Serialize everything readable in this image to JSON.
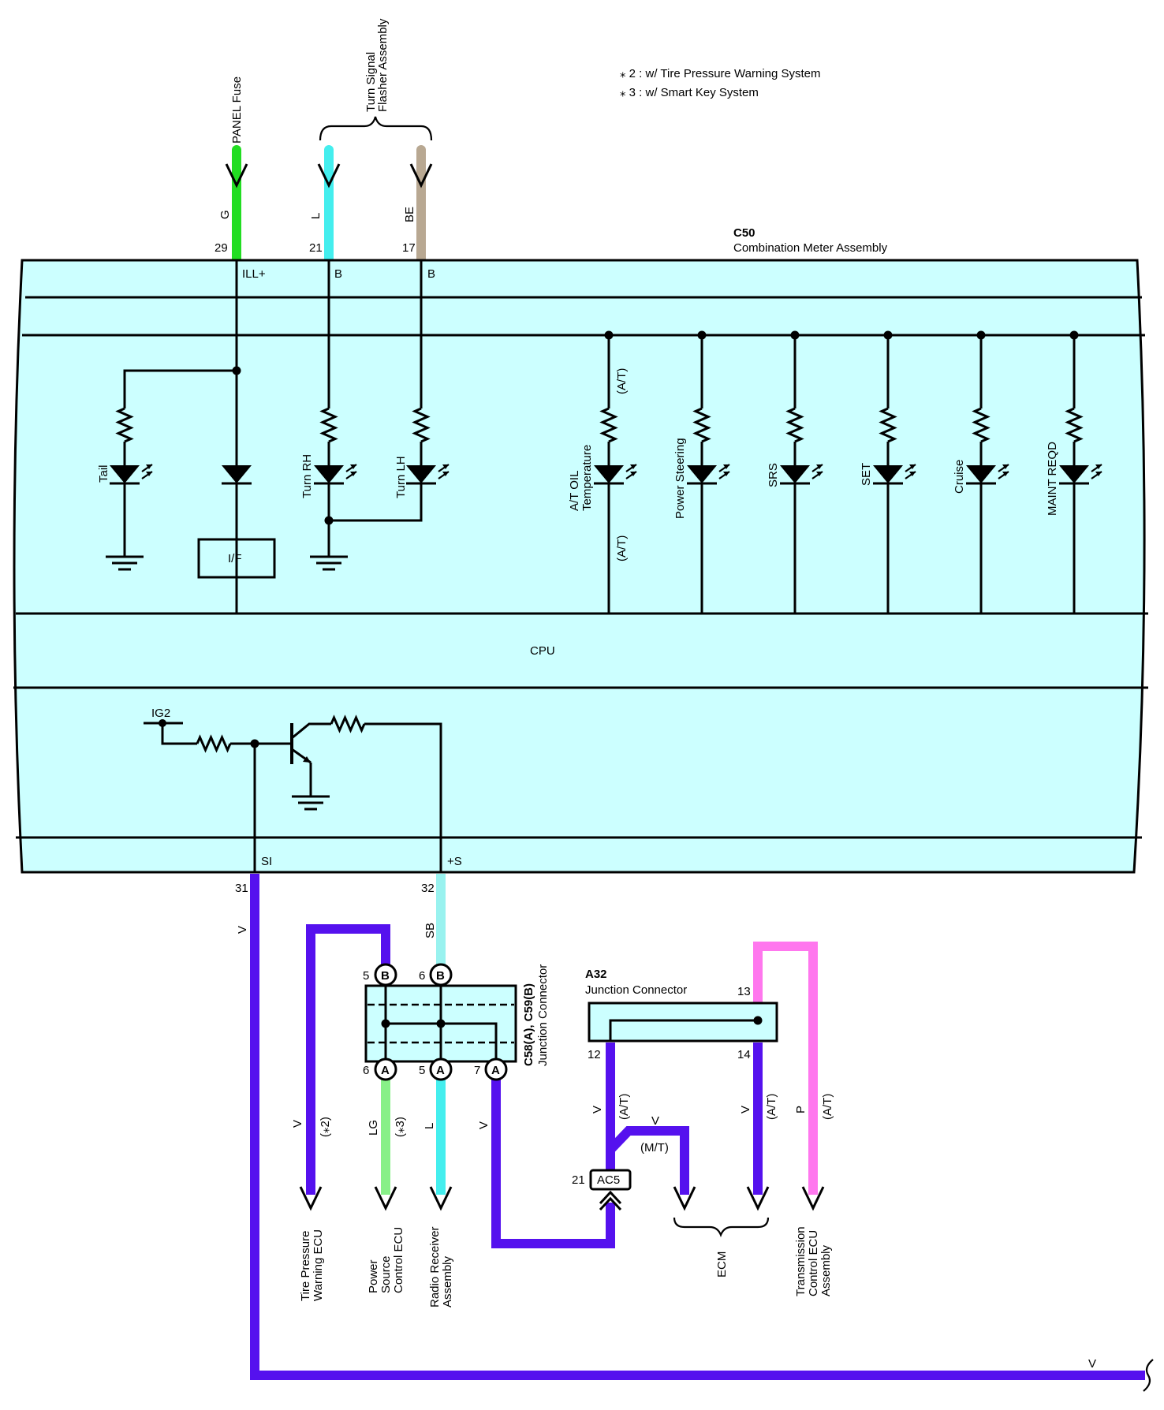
{
  "notes": [
    "⁎ 2 : w/ Tire Pressure Warning System",
    "⁎ 3 : w/ Smart Key System"
  ],
  "colors": {
    "panel": "#ccffff",
    "G": "#22dd22",
    "L": "#44eeee",
    "BE": "#b8a892",
    "V": "#5511ee",
    "SB": "#99f2ef",
    "LG": "#88f088",
    "P": "#ff77ee"
  },
  "inputs": {
    "panel_fuse": {
      "label": "PANEL Fuse",
      "wire": "G",
      "pin": "29",
      "terminal": "ILL+"
    },
    "flasher": {
      "label_line1": "Turn Signal",
      "label_line2": "Flasher Assembly"
    },
    "turn_rh_in": {
      "wire": "L",
      "pin": "21",
      "terminal": "B"
    },
    "turn_lh_in": {
      "wire": "BE",
      "pin": "17",
      "terminal": "B"
    }
  },
  "meter": {
    "code": "C50",
    "name": "Combination Meter Assembly",
    "cpu": "CPU",
    "if_box": "I/F",
    "ig2": "IG2"
  },
  "lamps": {
    "tail": "Tail",
    "turn_rh": "Turn RH",
    "turn_lh": "Turn LH",
    "at_oil_1": "A/T OIL",
    "at_oil_2": "Temperature",
    "at_upper": "(A/T)",
    "at_lower": "(A/T)",
    "power_steering": "Power Steering",
    "srs": "SRS",
    "set": "SET",
    "cruise": "Cruise",
    "maint": "MAINT REQD"
  },
  "outputs": {
    "si": {
      "terminal": "SI",
      "pin": "31",
      "wire": "V"
    },
    "ps": {
      "terminal": "+S",
      "pin": "32",
      "wire": "SB"
    }
  },
  "junction_c58": {
    "code": "C58(A), C59(B)",
    "name": "Junction Connector",
    "pins_top": [
      {
        "num": "5",
        "letter": "B"
      },
      {
        "num": "6",
        "letter": "B"
      }
    ],
    "pins_bottom": [
      {
        "num": "6",
        "letter": "A"
      },
      {
        "num": "5",
        "letter": "A"
      },
      {
        "num": "7",
        "letter": "A"
      }
    ]
  },
  "junction_a32": {
    "code": "A32",
    "name": "Junction Connector",
    "pin13": "13",
    "pin12": "12",
    "pin14": "14"
  },
  "connector_ac5": {
    "code": "AC5",
    "pin": "21"
  },
  "wire_labels": {
    "tp_v": "V",
    "tp_note": "(⁎2)",
    "ps_lg": "LG",
    "ps_note": "(⁎3)",
    "radio_l": "L",
    "p7_v": "V",
    "a12_v": "V",
    "a12_at": "(A/T)",
    "mt_v": "V",
    "mt_note": "(M/T)",
    "a14_v": "V",
    "a14_at": "(A/T)",
    "tcu_p": "P",
    "tcu_at": "(A/T)",
    "bottom_v": "V"
  },
  "destinations": {
    "tire_pressure": [
      "Tire Pressure",
      "Warning ECU"
    ],
    "power_source": [
      "Power",
      "Source",
      "Control ECU"
    ],
    "radio": [
      "Radio Receiver",
      "Assembly"
    ],
    "ecm": [
      "ECM"
    ],
    "transmission": [
      "Transmission",
      "Control ECU",
      "Assembly"
    ]
  }
}
